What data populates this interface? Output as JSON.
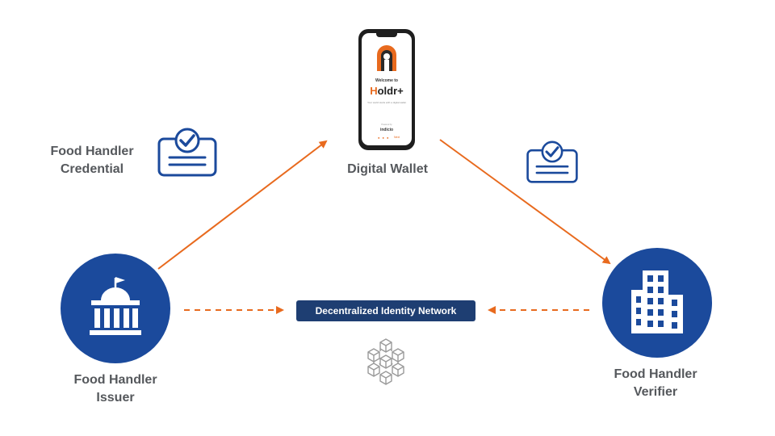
{
  "nodes": {
    "credential_label": [
      "Food Handler",
      "Credential"
    ],
    "wallet_label": "Digital Wallet",
    "issuer_label": [
      "Food Handler",
      "Issuer"
    ],
    "verifier_label": [
      "Food Handler",
      "Verifier"
    ],
    "network_label": "Decentralized Identity Network"
  },
  "phone": {
    "welcome": "Welcome to",
    "brand_initial": "H",
    "brand_rest": "oldr+",
    "tagline": "Your world starts with a digital wallet",
    "powered": "Powered by",
    "vendor": "indicio",
    "next": "Next"
  },
  "icons": {
    "issuer": "government-building-icon",
    "verifier": "office-building-icon",
    "credential": "credential-card-check-icon",
    "network": "blockchain-cubes-icon"
  },
  "colors": {
    "arrow": "#e86a1e",
    "node_fill": "#1b4a9c",
    "network_box": "#1e3e72",
    "credential_stroke": "#1b4a9c",
    "label_text": "#55585c"
  }
}
